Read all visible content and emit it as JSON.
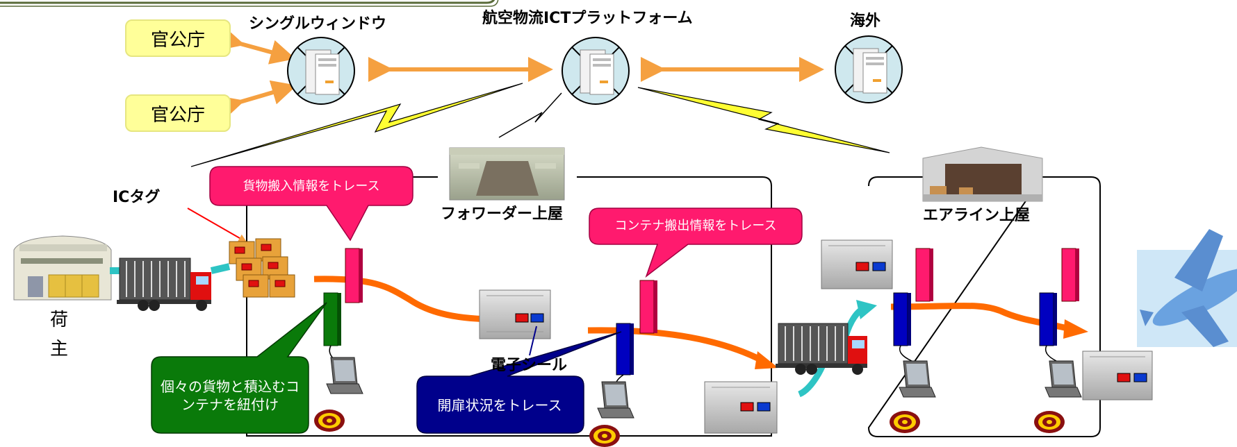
{
  "top": {
    "single_window": "シングルウィンドウ",
    "platform": "航空物流ICTプラットフォーム",
    "overseas": "海外",
    "gov_agency_1": "官公庁",
    "gov_agency_2": "官公庁"
  },
  "labels": {
    "ic_tag": "ICタグ",
    "forwarder": "フォワーダー上屋",
    "airline": "エアライン上屋",
    "shipper_1": "荷",
    "shipper_2": "主",
    "e_seal": "電子シール"
  },
  "callouts": {
    "cargo_in": "貨物搬入情報をトレース",
    "container_out": "コンテナ搬出情報をトレース",
    "link": "個々の貨物と積込むコンテナを紐付け",
    "open_state": "開扉状況をトレース"
  },
  "colors": {
    "gov_fill": "#ffff99",
    "callout_pink": "#ff1a6e",
    "callout_green": "#0a7a0a",
    "callout_blue": "#00008b",
    "arrow_orange": "#ff6a00",
    "arrow_cyan": "#2ec4c4",
    "server_bg": "#cfe8ee"
  }
}
